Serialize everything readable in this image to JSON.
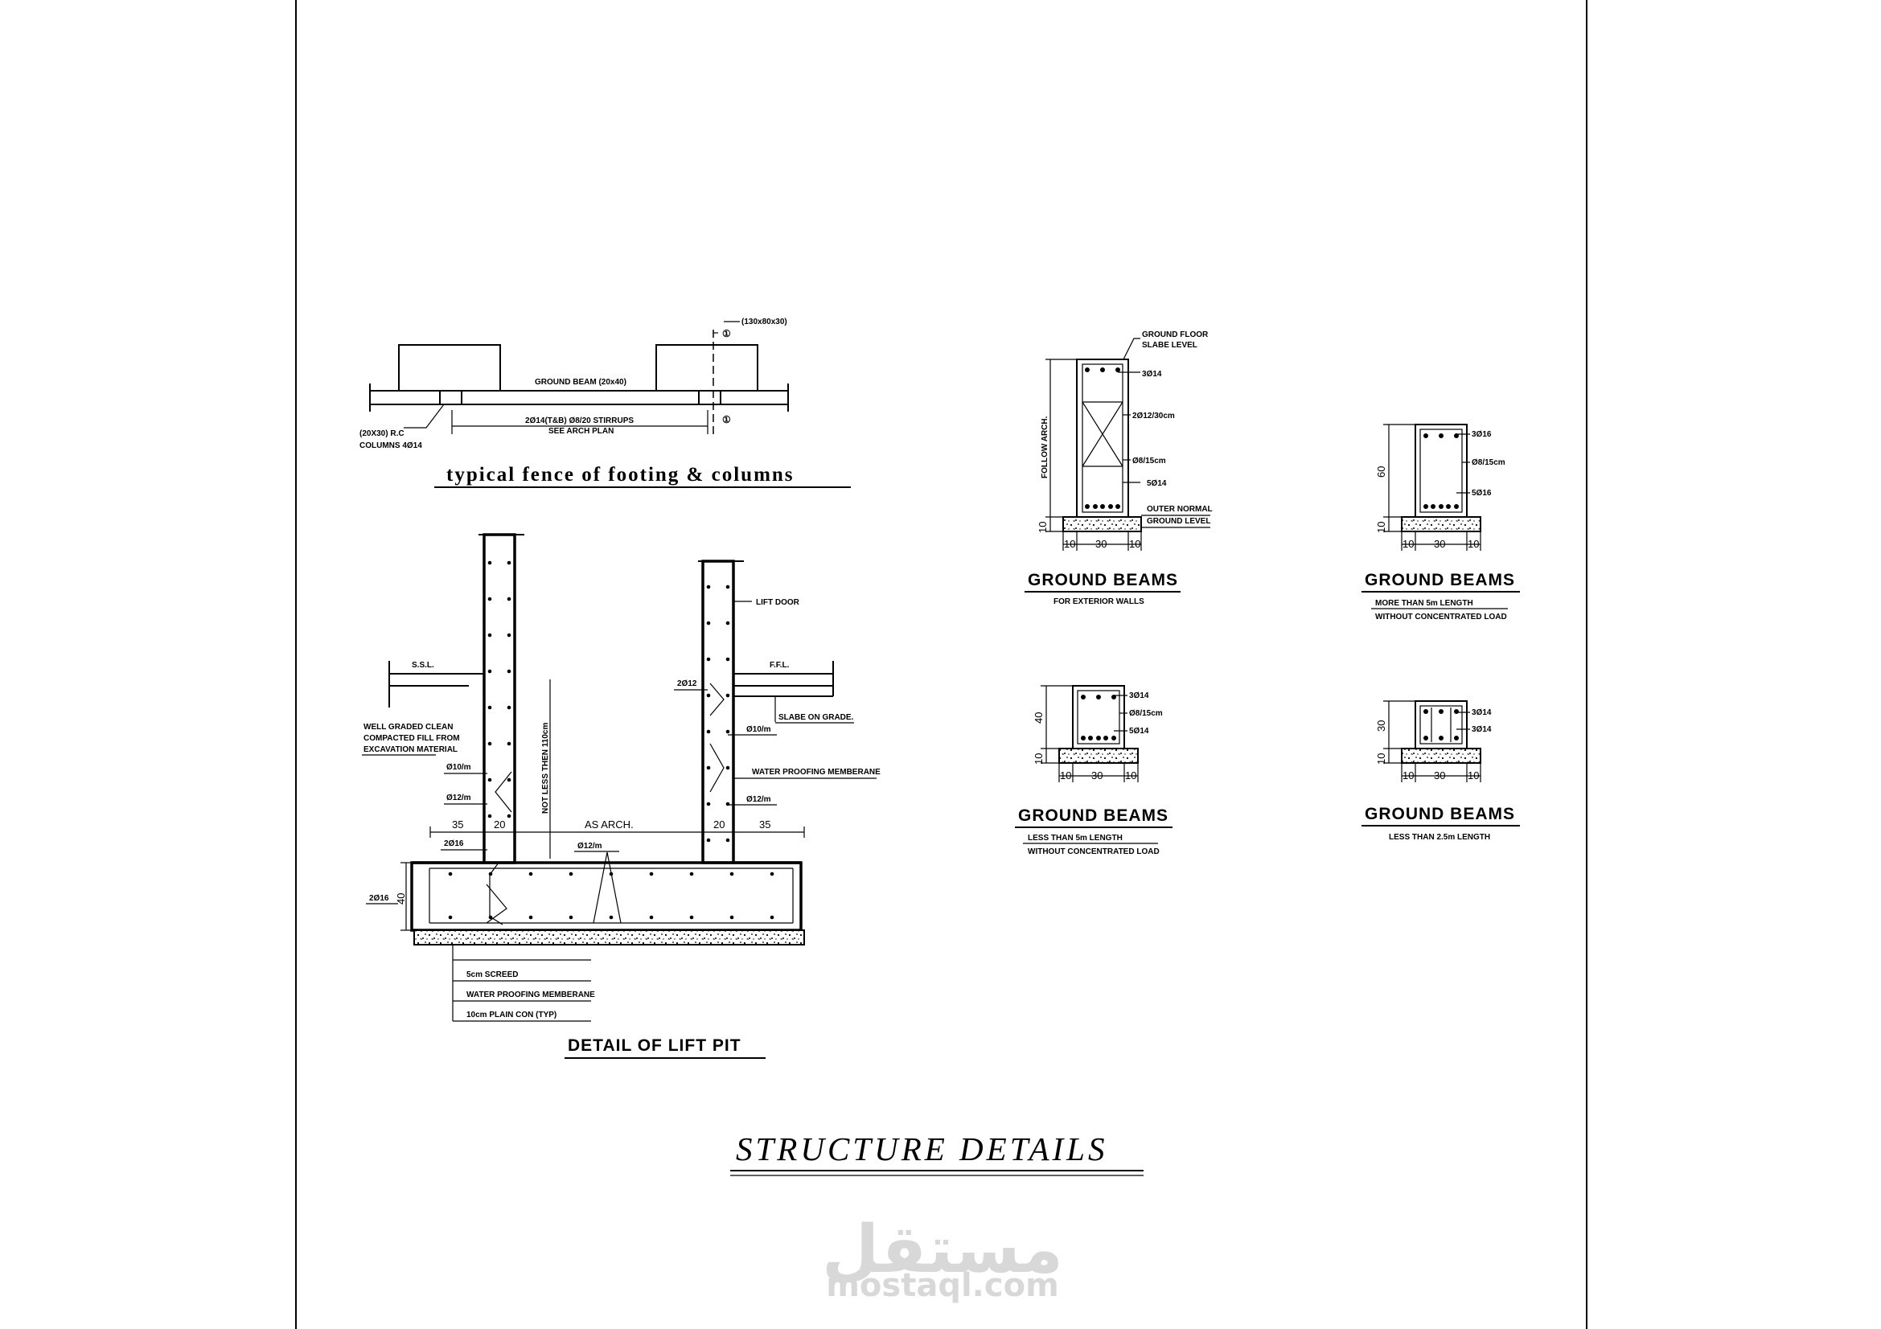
{
  "fence": {
    "title": "typical fence of footing & columns",
    "ground_beam": "GROUND BEAM (20x40)",
    "rebar": "2Ø14(T&B) Ø8/20 STIRRUPS",
    "see_arch": "SEE ARCH PLAN",
    "columns_line1": "(20X30) R.C",
    "columns_line2": "COLUMNS 4Ø14",
    "footing_size": "(130x80x30)",
    "grid_mark_1": "①",
    "grid_mark_2": "①"
  },
  "lift_pit": {
    "title": "DETAIL OF LIFT PIT",
    "ssl": "S.S.L.",
    "ffl": "F.F.L.",
    "lift_door": "LIFT DOOR",
    "fill_line1": "WELL GRADED CLEAN",
    "fill_line2": "COMPACTED FILL FROM",
    "fill_line3": "EXCAVATION MATERIAL",
    "not_less": "NOT LESS THEN 110cm",
    "slab_on_grade": "SLABE ON GRADE.",
    "rebar_2o12": "2Ø12",
    "rebar_o10_right": "Ø10/m",
    "waterproofing_right": "WATER PROOFING MEMBERANE",
    "rebar_o12_right": "Ø12/m",
    "rebar_o10_left": "Ø10/m",
    "rebar_o12_left": "Ø12/m",
    "dim_35_left": "35",
    "dim_20_left": "20",
    "as_arch": "AS ARCH.",
    "dim_20_right": "20",
    "dim_35_right": "35",
    "rebar_2o16_top": "2Ø16",
    "rebar_o12_mid": "Ø12/m",
    "rebar_2o16_side": "2Ø16",
    "dim_40": "40",
    "screed": "5cm SCREED",
    "waterproofing_bottom": "WATER PROOFING MEMBERANE",
    "plain_con": "10cm PLAIN CON (TYP)"
  },
  "beams": [
    {
      "title": "GROUND BEAMS",
      "sub1": "FOR EXTERIOR WALLS",
      "sub2": "",
      "ground_floor_1": "GROUND FLOOR",
      "ground_floor_2": "SLABE LEVEL",
      "top_bar": "3Ø14",
      "side_bar": "2Ø12/30cm",
      "stirrups": "Ø8/15cm",
      "bottom_bar": "5Ø14",
      "outer_1": "OUTER NORMAL",
      "outer_2": "GROUND LEVEL",
      "follow": "FOLLOW ARCH.",
      "dim_lean": "10",
      "dims": [
        "10",
        "30",
        "10"
      ]
    },
    {
      "title": "GROUND BEAMS",
      "sub1": "MORE THAN 5m LENGTH",
      "sub2": "WITHOUT CONCENTRATED LOAD",
      "top_bar": "3Ø16",
      "stirrups": "Ø8/15cm",
      "bottom_bar": "5Ø16",
      "dim_height": "60",
      "dim_lean": "10",
      "dims": [
        "10",
        "30",
        "10"
      ]
    },
    {
      "title": "GROUND BEAMS",
      "sub1": "LESS THAN 5m LENGTH",
      "sub2": "WITHOUT CONCENTRATED LOAD",
      "top_bar": "3Ø14",
      "stirrups": "Ø8/15cm",
      "bottom_bar": "5Ø14",
      "dim_height": "40",
      "dim_lean": "10",
      "dims": [
        "10",
        "30",
        "10"
      ]
    },
    {
      "title": "GROUND BEAMS",
      "sub1": "LESS THAN 2.5m LENGTH",
      "sub2": "",
      "top_bar": "3Ø14",
      "bottom_bar": "3Ø14",
      "dim_height": "30",
      "dim_lean": "10",
      "dims": [
        "10",
        "30",
        "10"
      ]
    }
  ],
  "main_title": "STRUCTURE  DETAILS",
  "watermark": {
    "arabic": "مستقل",
    "latin": "mostaql.com"
  }
}
